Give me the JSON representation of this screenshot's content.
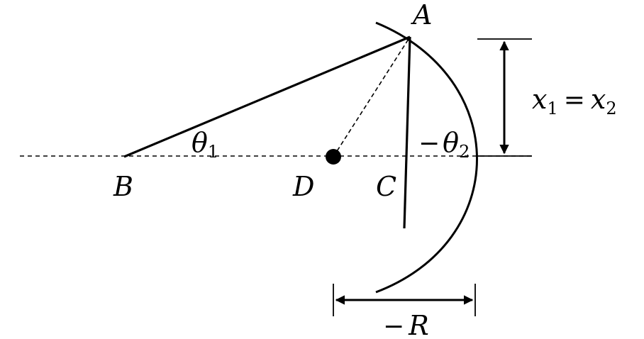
{
  "labels": {
    "point_a": "A",
    "point_b": "B",
    "point_c": "C",
    "point_d": "D"
  },
  "angles": {
    "theta1": {
      "symbol": "θ",
      "subscript": "1"
    },
    "theta2": {
      "sign": "−",
      "symbol": "θ",
      "subscript": "2"
    }
  },
  "dimensions": {
    "height_equation": {
      "lhs_var": "x",
      "lhs_sub": "1",
      "equals": "=",
      "rhs_var": "x",
      "rhs_sub": "2"
    },
    "radius": {
      "sign": "−",
      "symbol": "R"
    }
  },
  "colors": {
    "stroke": "#000000",
    "background": "#ffffff"
  }
}
